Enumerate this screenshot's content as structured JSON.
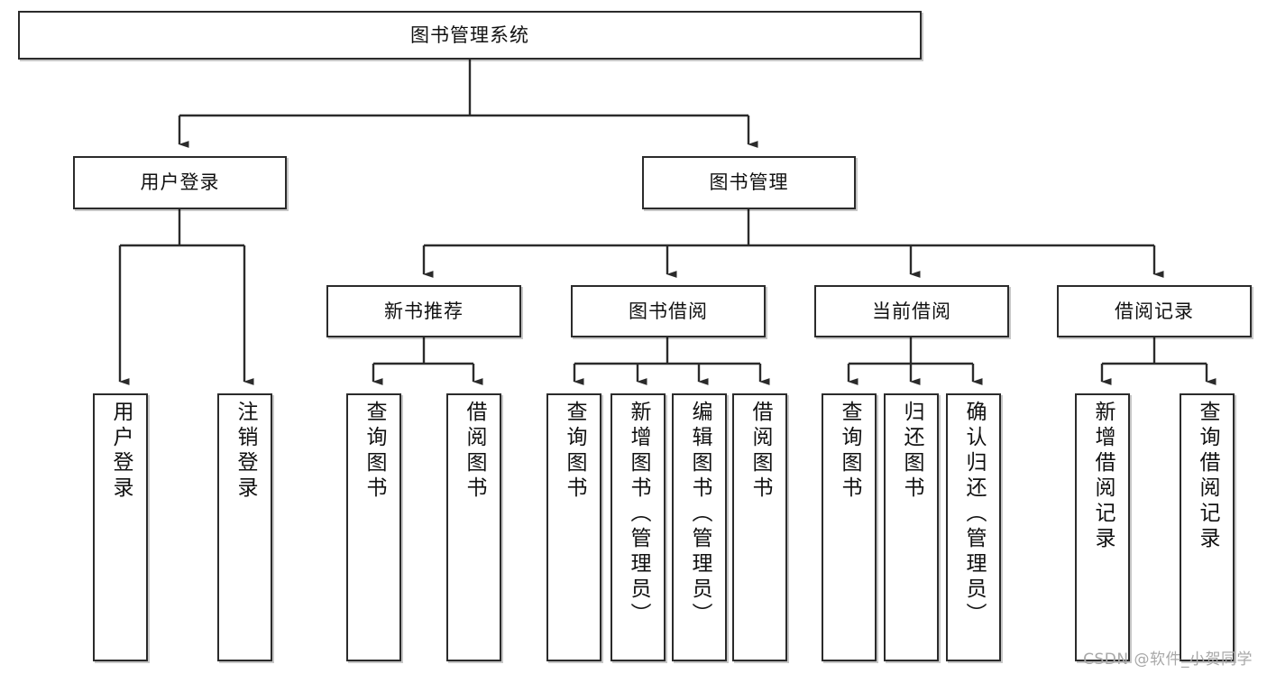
{
  "diagram": {
    "type": "tree-hierarchy-diagram",
    "root": {
      "id": "root",
      "label": "图书管理系统"
    },
    "level2": [
      {
        "id": "user-login",
        "label": "用户登录"
      },
      {
        "id": "book-manage",
        "label": "图书管理"
      }
    ],
    "level3": [
      {
        "id": "new-book-rec",
        "label": "新书推荐",
        "parent": "book-manage"
      },
      {
        "id": "book-borrow",
        "label": "图书借阅",
        "parent": "book-manage"
      },
      {
        "id": "current-borrow",
        "label": "当前借阅",
        "parent": "book-manage"
      },
      {
        "id": "borrow-record",
        "label": "借阅记录",
        "parent": "book-manage"
      }
    ],
    "leaves": [
      {
        "id": "leaf-user-login",
        "label": "用户登录",
        "parent": "user-login"
      },
      {
        "id": "leaf-logout-login",
        "label": "注销登录",
        "parent": "user-login"
      },
      {
        "id": "leaf-query-book-1",
        "label": "查询图书",
        "parent": "new-book-rec"
      },
      {
        "id": "leaf-borrow-book-1",
        "label": "借阅图书",
        "parent": "new-book-rec"
      },
      {
        "id": "leaf-query-book-2",
        "label": "查询图书",
        "parent": "book-borrow"
      },
      {
        "id": "leaf-add-book",
        "label": "新增图书（管理员）",
        "parent": "book-borrow"
      },
      {
        "id": "leaf-edit-book",
        "label": "编辑图书（管理员）",
        "parent": "book-borrow"
      },
      {
        "id": "leaf-borrow-book-2",
        "label": "借阅图书",
        "parent": "book-borrow"
      },
      {
        "id": "leaf-query-book-3",
        "label": "查询图书",
        "parent": "current-borrow"
      },
      {
        "id": "leaf-return-book",
        "label": "归还图书",
        "parent": "current-borrow"
      },
      {
        "id": "leaf-confirm-return",
        "label": "确认归还（管理员）",
        "parent": "current-borrow"
      },
      {
        "id": "leaf-add-record",
        "label": "新增借阅记录",
        "parent": "borrow-record"
      },
      {
        "id": "leaf-query-record",
        "label": "查询借阅记录",
        "parent": "borrow-record"
      }
    ]
  },
  "watermark": {
    "text": "CSDN @软件_小贺同学"
  },
  "colors": {
    "box_border": "#2b2b2b",
    "box_fill": "#ffffff",
    "line": "#2b2b2b",
    "text": "#111111",
    "watermark": "#a8a8a8",
    "background": "#ffffff"
  }
}
